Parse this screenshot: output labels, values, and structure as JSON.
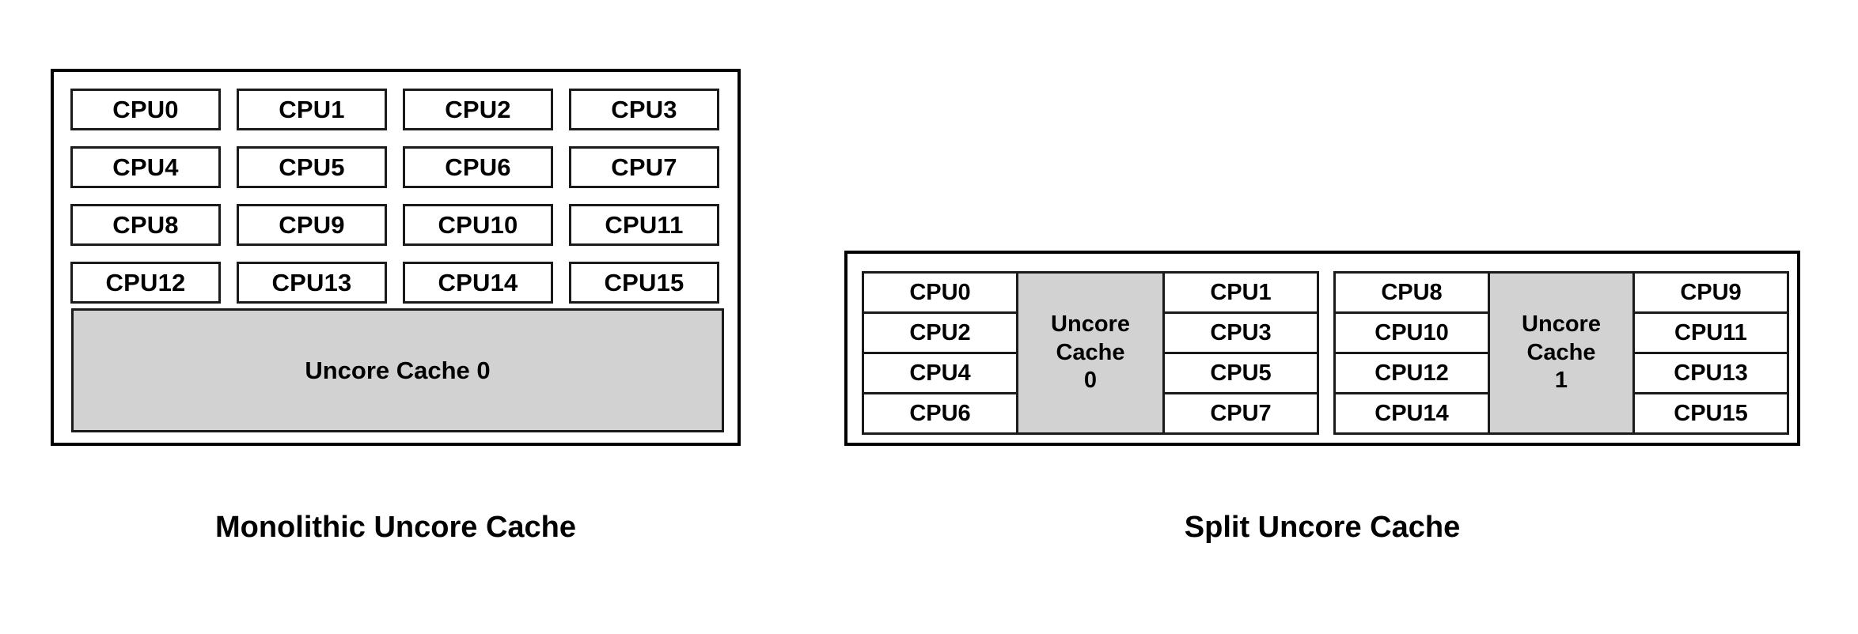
{
  "diagram": {
    "title_semantic": "uncore-cache-topology-comparison",
    "colors": {
      "cache_fill": "#d2d2d2",
      "box_fill": "#ffffff",
      "stroke": "#1a1a1a",
      "frame_stroke": "#000000",
      "text": "#000000",
      "background": "#ffffff"
    }
  },
  "monolithic": {
    "caption": "Monolithic Uncore Cache",
    "cpu_rows": [
      [
        "CPU0",
        "CPU1",
        "CPU2",
        "CPU3"
      ],
      [
        "CPU4",
        "CPU5",
        "CPU6",
        "CPU7"
      ],
      [
        "CPU8",
        "CPU9",
        "CPU10",
        "CPU11"
      ],
      [
        "CPU12",
        "CPU13",
        "CPU14",
        "CPU15"
      ]
    ],
    "cache_label": "Uncore Cache 0"
  },
  "split": {
    "caption": "Split Uncore Cache",
    "clusters": [
      {
        "left_cpus": [
          "CPU0",
          "CPU2",
          "CPU4",
          "CPU6"
        ],
        "cache_line1": "Uncore",
        "cache_line2": "Cache",
        "cache_line3": "0",
        "right_cpus": [
          "CPU1",
          "CPU3",
          "CPU5",
          "CPU7"
        ]
      },
      {
        "left_cpus": [
          "CPU8",
          "CPU10",
          "CPU12",
          "CPU14"
        ],
        "cache_line1": "Uncore",
        "cache_line2": "Cache",
        "cache_line3": "1",
        "right_cpus": [
          "CPU9",
          "CPU11",
          "CPU13",
          "CPU15"
        ]
      }
    ]
  }
}
